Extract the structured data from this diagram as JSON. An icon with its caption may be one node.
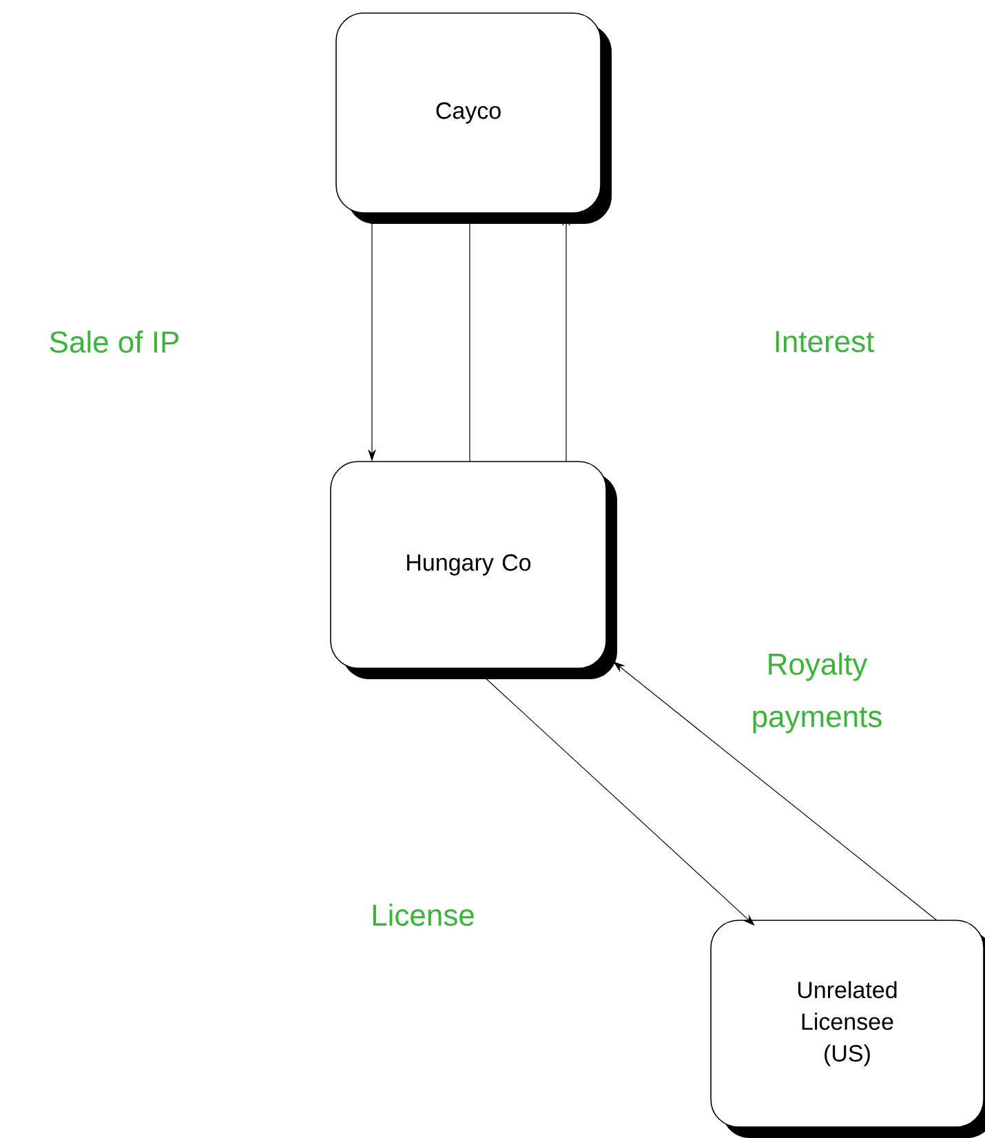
{
  "diagram": {
    "nodes": [
      {
        "text": [
          "Cayco"
        ]
      },
      {
        "text": [
          "Hungary Co"
        ]
      },
      {
        "text": [
          "Unrelated Licensee (US)"
        ]
      }
    ],
    "edges": [
      {
        "from": 0,
        "to": 1,
        "arrow": "to"
      },
      {
        "from": 0,
        "to": 1,
        "arrow": "none"
      },
      {
        "from": 1,
        "to": 0,
        "arrow": "to"
      },
      {
        "from": 1,
        "to": 2,
        "arrow": "to"
      },
      {
        "from": 2,
        "to": 1,
        "arrow": "to"
      }
    ],
    "labels": [
      "Sale of IP",
      "Interest",
      "Royalty payments",
      "License"
    ]
  }
}
